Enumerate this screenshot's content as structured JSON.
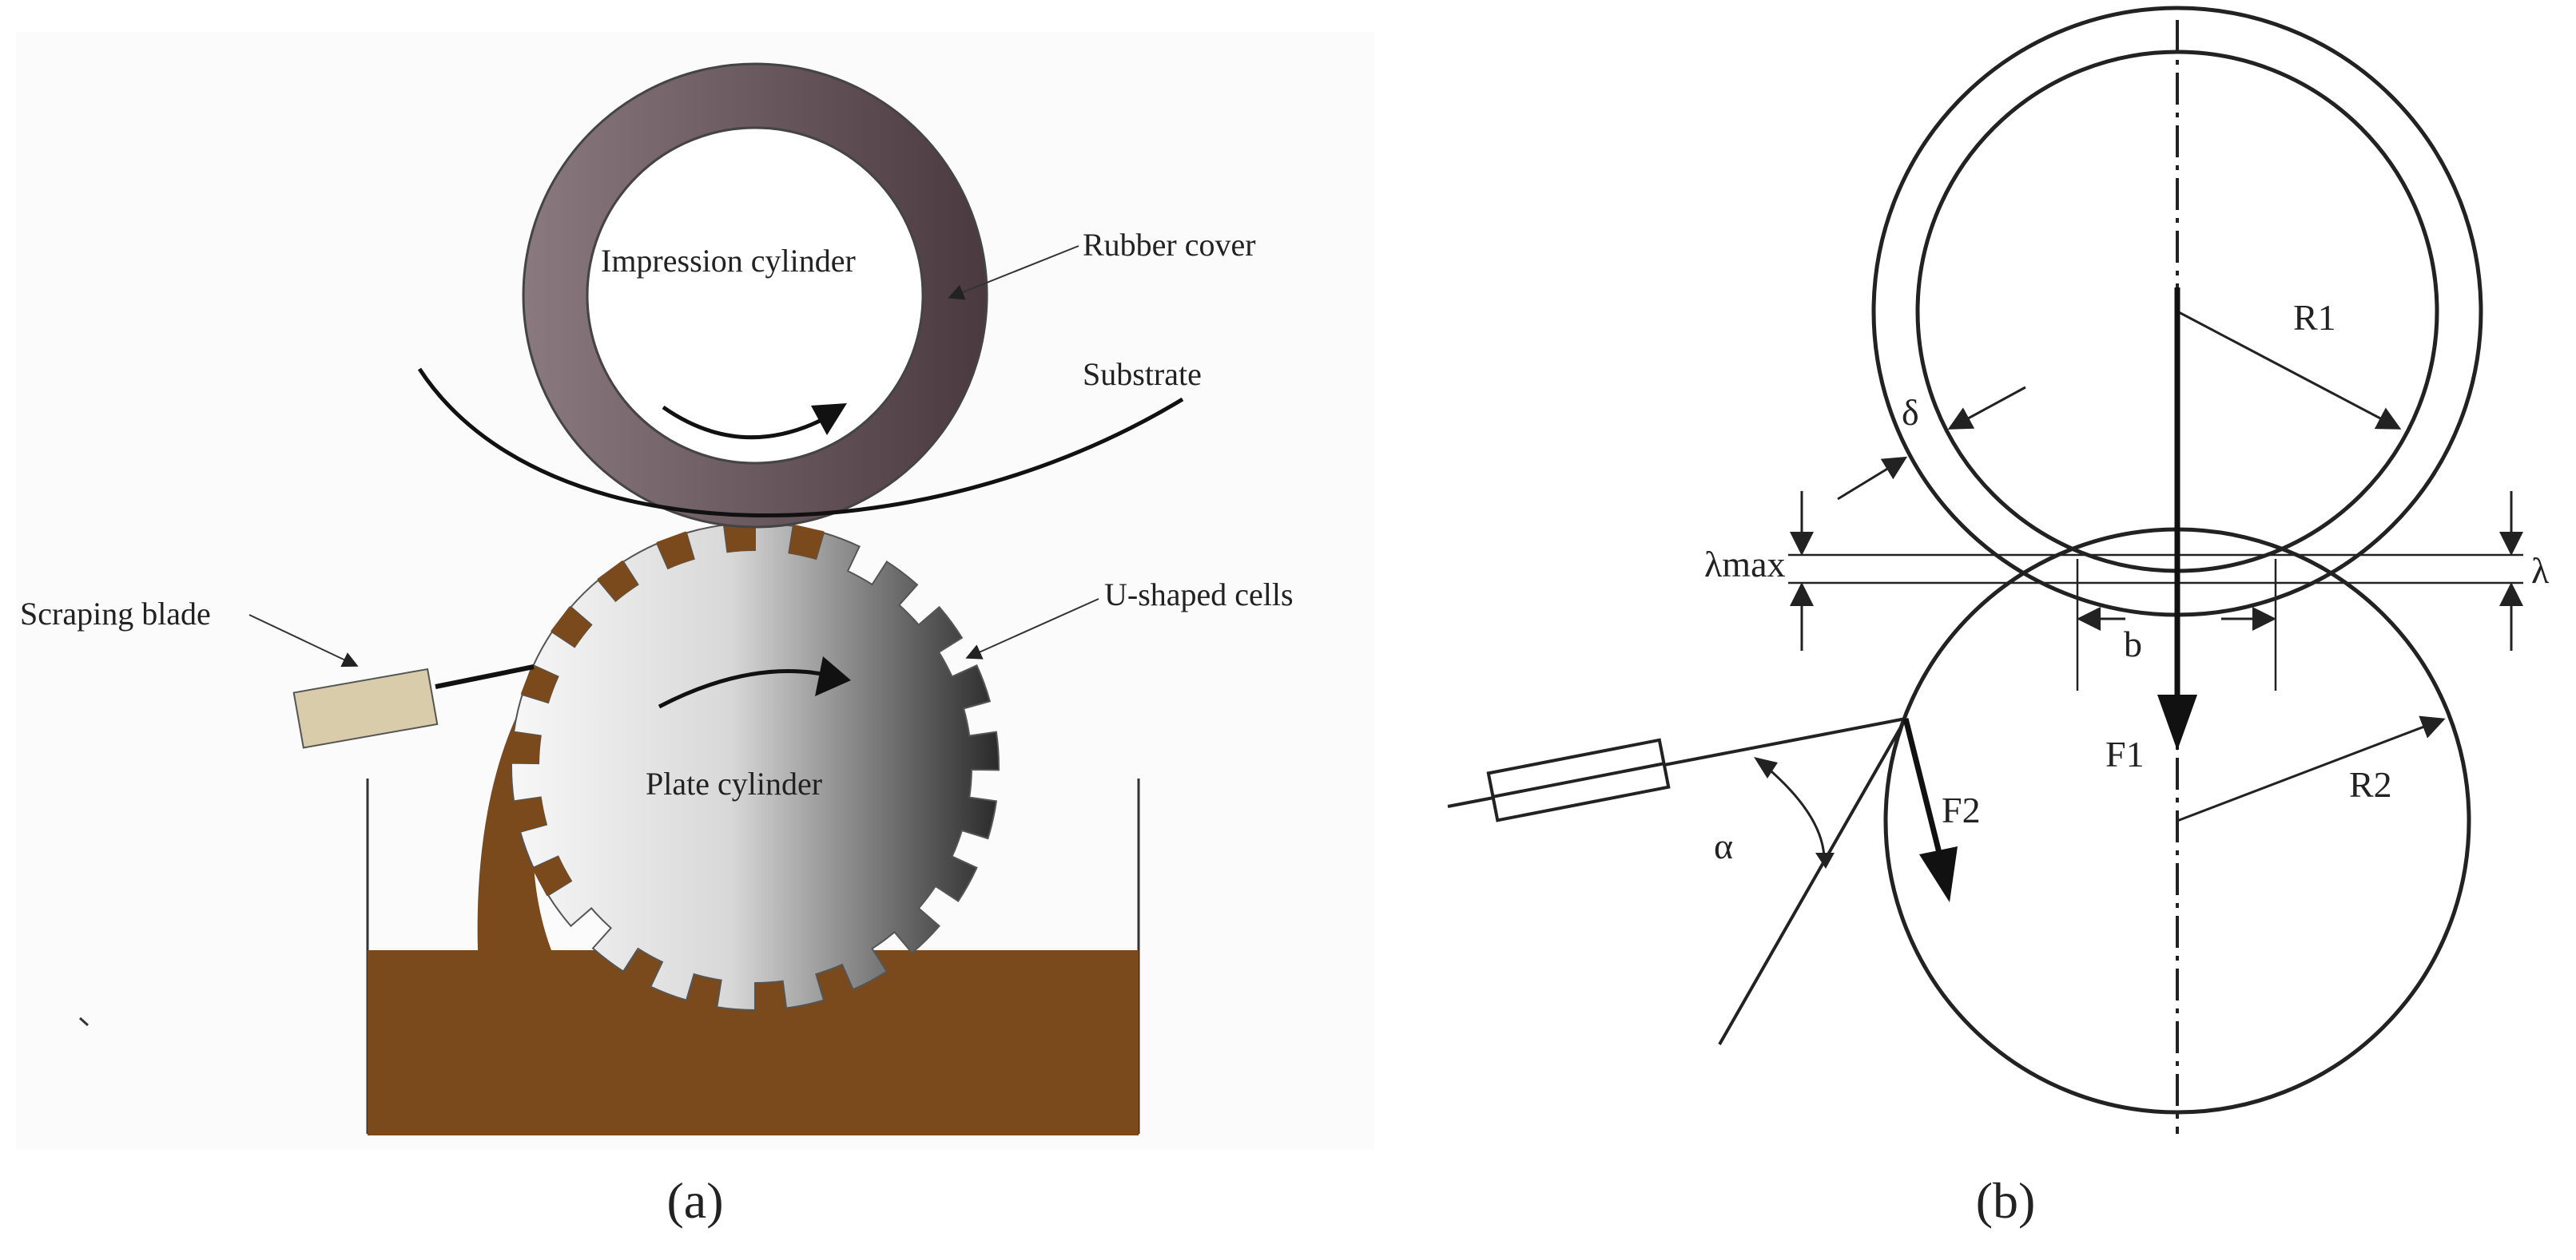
{
  "panel_a": {
    "caption": "(a)",
    "labels": {
      "impression_cylinder": "Impression cylinder",
      "rubber_cover": "Rubber cover",
      "substrate": "Substrate",
      "scraping_blade": "Scraping blade",
      "u_shaped_cells": "U-shaped cells",
      "plate_cylinder": "Plate cylinder"
    },
    "colors": {
      "ink": "#7a4a1c",
      "rubber": "#5e4b52",
      "blade": "#d9ccaa"
    }
  },
  "panel_b": {
    "caption": "(b)",
    "labels": {
      "R1": "R1",
      "R2": "R2",
      "delta": "δ",
      "lambda_max": "λmax",
      "lambda": "λ",
      "b": "b",
      "F1": "F1",
      "F2": "F2",
      "alpha": "α"
    }
  }
}
